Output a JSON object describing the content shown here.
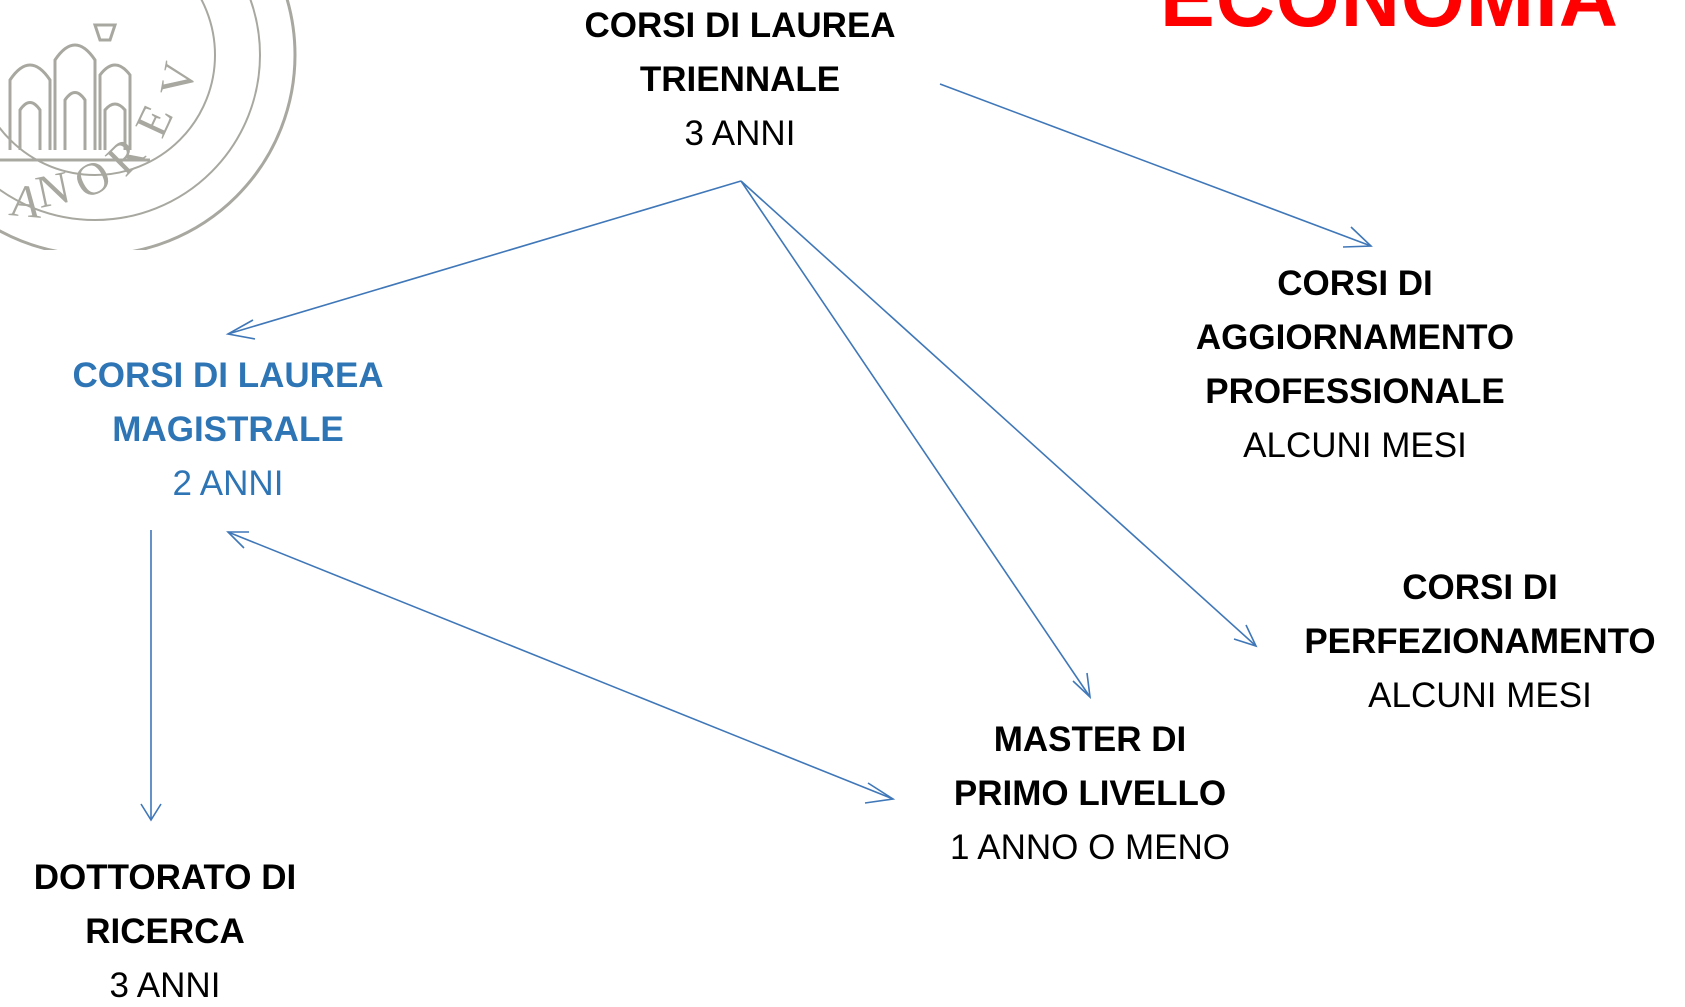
{
  "heading": "ECONOMIA",
  "colors": {
    "connector": "#3f77b8",
    "highlight_text": "#2e75b6",
    "heading": "#ff0000",
    "seal": "#a8a8a0"
  },
  "seal": {
    "visible_text": "VERONA",
    "description_icon": "university-seal-icon"
  },
  "nodes": {
    "triennale": {
      "title": "CORSI DI LAUREA\nTRIENNALE",
      "duration": "3 ANNI"
    },
    "magistrale": {
      "title": "CORSI DI LAUREA\nMAGISTRALE",
      "duration": "2 ANNI"
    },
    "aggiornamento": {
      "title": "CORSI DI\nAGGIORNAMENTO\nPROFESSIONALE",
      "duration": "ALCUNI MESI"
    },
    "perfezionamento": {
      "title": "CORSI DI\nPERFEZIONAMENTO",
      "duration": "ALCUNI MESI"
    },
    "master": {
      "title": "MASTER DI\nPRIMO LIVELLO",
      "duration": "1 ANNO O MENO"
    },
    "dottorato": {
      "title": "DOTTORATO DI\nRICERCA",
      "duration": "3 ANNI"
    }
  }
}
